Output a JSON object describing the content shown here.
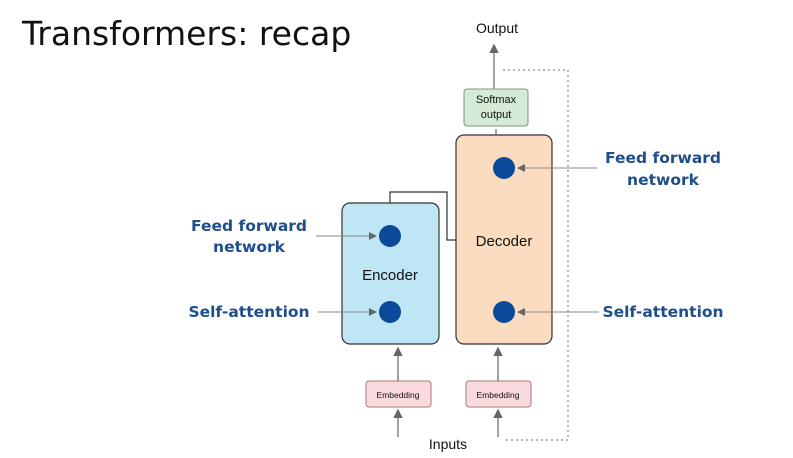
{
  "title": "Transformers: recap",
  "colors": {
    "annotation_text": "#1f4e8c",
    "node_dot": "#0b4a99",
    "encoder_fill": "#bfe6f5",
    "decoder_fill": "#fcdcc0",
    "softmax_fill": "#d5ead6",
    "embedding_fill": "#fadadd"
  },
  "diagram": {
    "output_label": "Output",
    "inputs_label": "Inputs",
    "softmax": {
      "line1": "Softmax",
      "line2": "output"
    },
    "encoder": {
      "label": "Encoder"
    },
    "decoder": {
      "label": "Decoder"
    },
    "encoder_embedding": {
      "label": "Embedding"
    },
    "decoder_embedding": {
      "label": "Embedding"
    },
    "annotations": {
      "left_ffn": {
        "line1": "Feed forward",
        "line2": "network"
      },
      "left_self_attention": "Self-attention",
      "right_ffn": {
        "line1": "Feed forward",
        "line2": "network"
      },
      "right_self_attention": "Self-attention"
    }
  }
}
